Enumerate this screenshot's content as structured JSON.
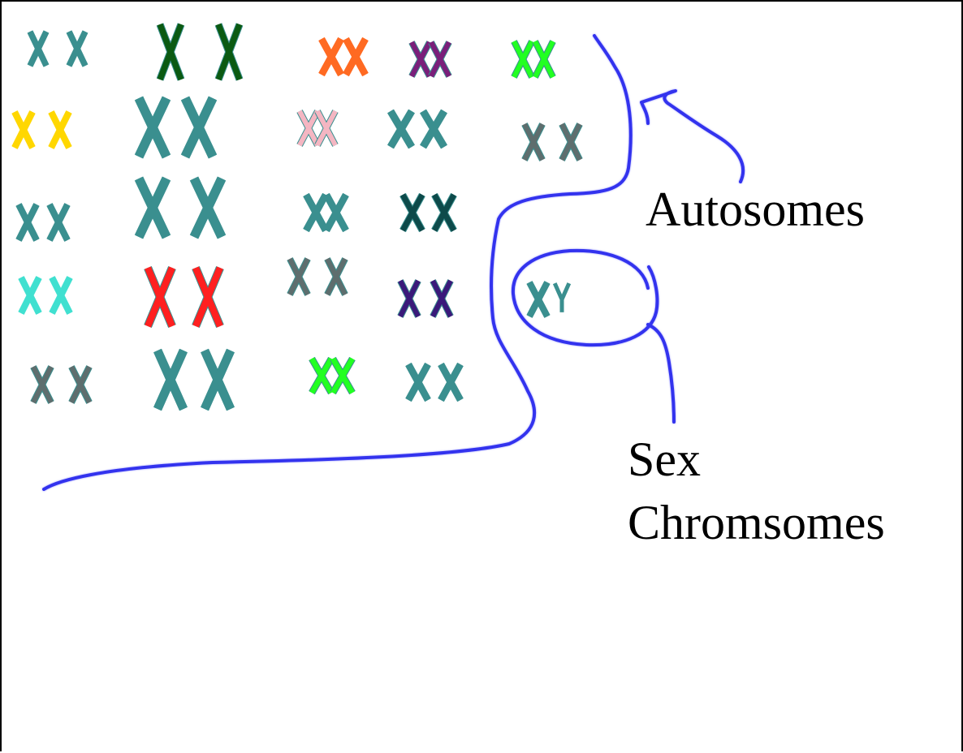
{
  "labels": {
    "autosomes": "Autosomes",
    "sex": "Sex",
    "chromosomes": "Chromsomes"
  },
  "colors": {
    "annotation_ink": "#3333ee",
    "label_text": "#000000",
    "border": "#000000",
    "background": "#ffffff"
  },
  "pairs": [
    {
      "name": "pair-1",
      "color": "#3a8f8f",
      "outline": "#3a8f8f",
      "shape": "XX"
    },
    {
      "name": "pair-2",
      "color": "#0b5a12",
      "outline": "#3a8f8f",
      "shape": "XX"
    },
    {
      "name": "pair-3",
      "color": "#ff6a22",
      "outline": "#ff6a22",
      "shape": "XX"
    },
    {
      "name": "pair-4",
      "color": "#7a1f7a",
      "outline": "#3a8f8f",
      "shape": "XX"
    },
    {
      "name": "pair-5",
      "color": "#22ff22",
      "outline": "#3a8f8f",
      "shape": "XX"
    },
    {
      "name": "pair-6",
      "color": "#ffd700",
      "outline": "#ffd700",
      "shape": "XX"
    },
    {
      "name": "pair-7",
      "color": "#3a8f8f",
      "outline": "#3a8f8f",
      "shape": "XX"
    },
    {
      "name": "pair-8",
      "color": "#f4b6c2",
      "outline": "#3a8f8f",
      "shape": "XX"
    },
    {
      "name": "pair-9",
      "color": "#3a8f8f",
      "outline": "#3a8f8f",
      "shape": "XX"
    },
    {
      "name": "pair-10",
      "color": "#5e6e6e",
      "outline": "#3a8f8f",
      "shape": "XX"
    },
    {
      "name": "pair-11",
      "color": "#3a8f8f",
      "outline": "#3a8f8f",
      "shape": "XX"
    },
    {
      "name": "pair-12",
      "color": "#3a8f8f",
      "outline": "#3a8f8f",
      "shape": "XX"
    },
    {
      "name": "pair-13",
      "color": "#3a8f8f",
      "outline": "#3a8f8f",
      "shape": "XX"
    },
    {
      "name": "pair-14",
      "color": "#0d4a4a",
      "outline": "#3a8f8f",
      "shape": "XX"
    },
    {
      "name": "pair-15",
      "color": "#40e0d0",
      "outline": "#40e0d0",
      "shape": "XX"
    },
    {
      "name": "pair-16",
      "color": "#ff2020",
      "outline": "#3a8f8f",
      "shape": "XX"
    },
    {
      "name": "pair-17",
      "color": "#5e6e6e",
      "outline": "#3a8f8f",
      "shape": "XX"
    },
    {
      "name": "pair-18",
      "color": "#3a1a7a",
      "outline": "#3a8f8f",
      "shape": "XX"
    },
    {
      "name": "pair-19",
      "color": "#5e6e6e",
      "outline": "#3a8f8f",
      "shape": "XX"
    },
    {
      "name": "pair-20",
      "color": "#3a8f8f",
      "outline": "#3a8f8f",
      "shape": "XX"
    },
    {
      "name": "pair-21",
      "color": "#22ff22",
      "outline": "#3a8f8f",
      "shape": "XX"
    },
    {
      "name": "pair-22",
      "color": "#3a8f8f",
      "outline": "#3a8f8f",
      "shape": "XX"
    },
    {
      "name": "sex-pair",
      "color": "#3a8f8f",
      "outline": "#3a8f8f",
      "shape": "XY"
    }
  ]
}
